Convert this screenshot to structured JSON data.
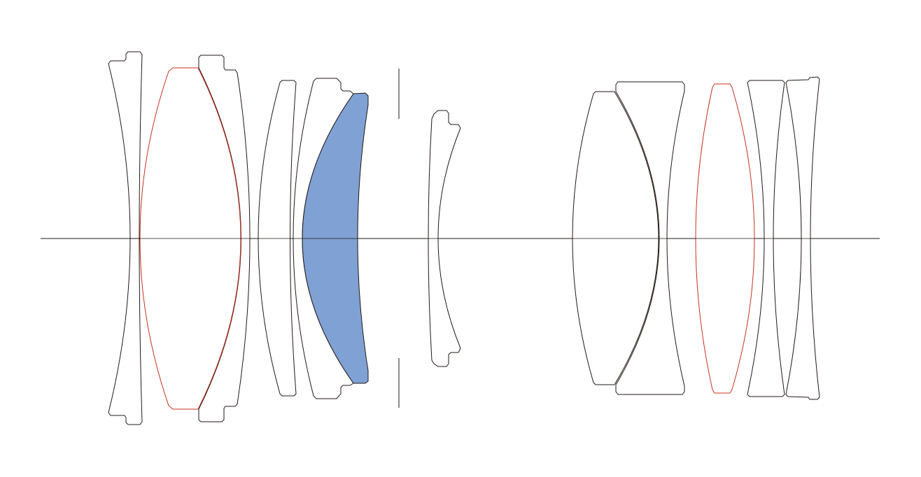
{
  "diagram": {
    "type": "lens-construction",
    "colors": {
      "outline": "#231815",
      "special_element_outline": "#c8321e",
      "aspherical_fill": "#7fa1d4",
      "optical_axis": "#231815",
      "background": "#ffffff"
    },
    "elements": [
      {
        "index": 1,
        "kind": "standard"
      },
      {
        "index": 2,
        "kind": "special-dispersion"
      },
      {
        "index": 3,
        "kind": "standard"
      },
      {
        "index": 4,
        "kind": "standard"
      },
      {
        "index": 5,
        "kind": "standard"
      },
      {
        "index": 6,
        "kind": "aspherical"
      },
      {
        "index": 7,
        "kind": "standard"
      },
      {
        "index": 8,
        "kind": "standard"
      },
      {
        "index": 9,
        "kind": "standard"
      },
      {
        "index": 10,
        "kind": "special-dispersion"
      },
      {
        "index": 11,
        "kind": "standard"
      },
      {
        "index": 12,
        "kind": "standard"
      }
    ]
  }
}
